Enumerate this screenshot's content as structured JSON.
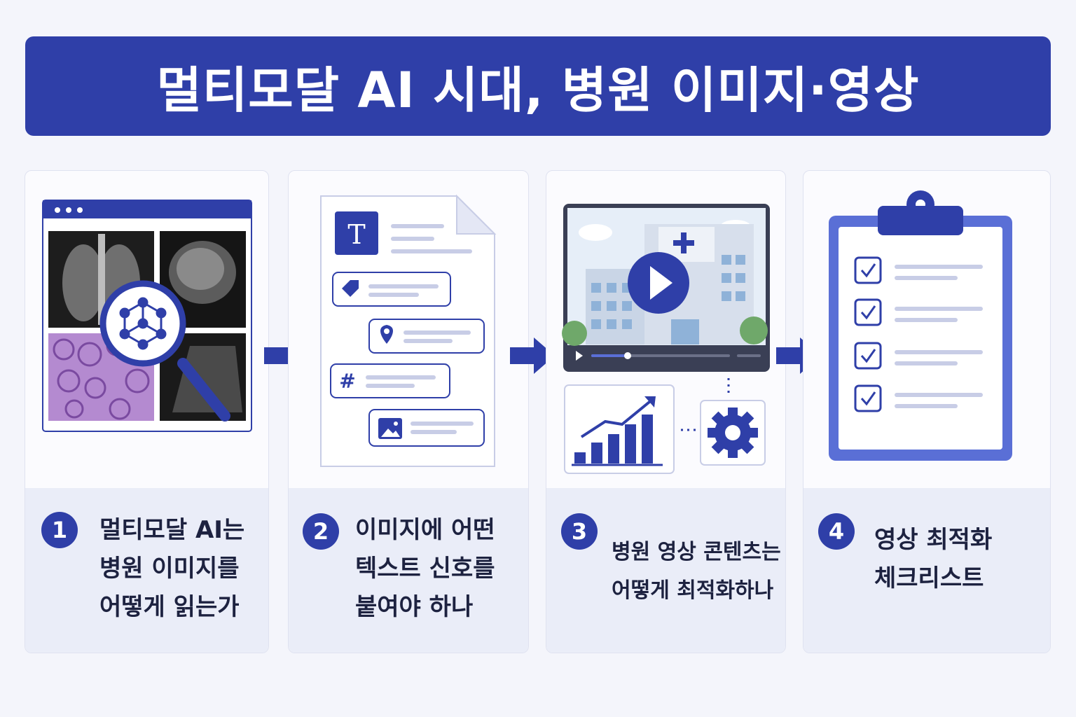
{
  "title": "멀티모달 AI 시대, 병원 이미지·영상",
  "colors": {
    "accent": "#2f3fa8",
    "accent_light": "#5a6fd6",
    "background": "#f4f5fb"
  },
  "steps": [
    {
      "number": "1",
      "caption": "멀티모달 AI는\n병원 이미지를\n어떻게 읽는가",
      "icon": "medical-imaging-magnifier-icon"
    },
    {
      "number": "2",
      "caption": "이미지에 어떤\n텍스트 신호를\n붙여야 하나",
      "icon": "document-tags-icon"
    },
    {
      "number": "3",
      "caption": "병원 영상 콘텐츠는\n어떻게 최적화하나",
      "icon": "hospital-video-player-icon"
    },
    {
      "number": "4",
      "caption": "영상 최적화\n체크리스트",
      "icon": "clipboard-checklist-icon"
    }
  ],
  "doc_icon_letter": "T",
  "tag_symbol": "#"
}
